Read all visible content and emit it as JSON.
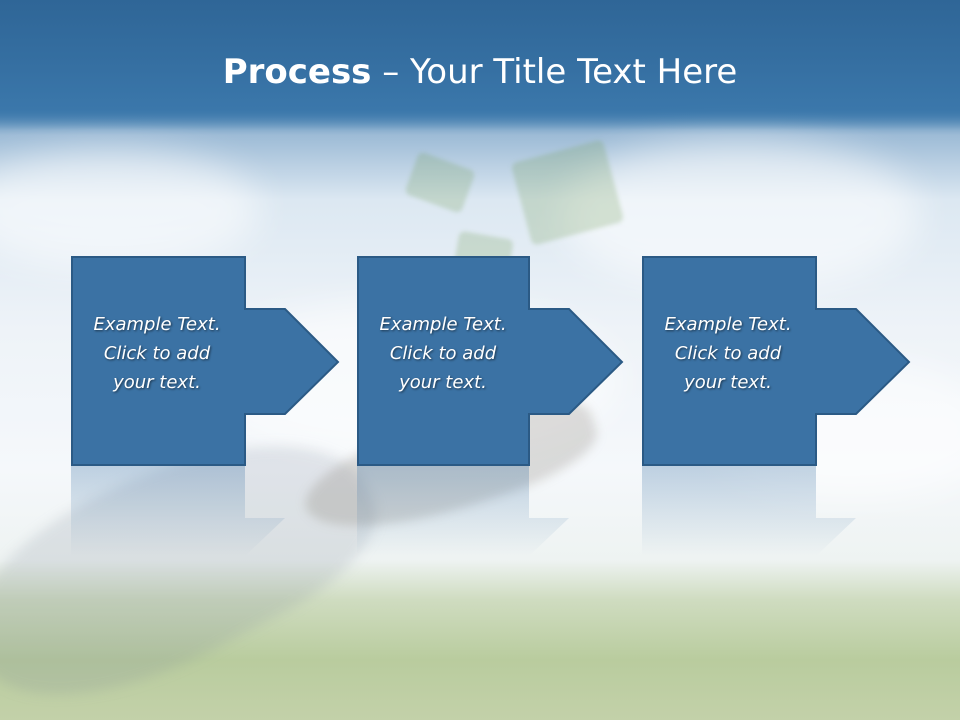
{
  "title": {
    "bold": "Process",
    "rest": " – Your Title Text Here"
  },
  "steps": [
    {
      "line1": "Example Text.",
      "line2": "Click  to add",
      "line3": "your text."
    },
    {
      "line1": "Example Text.",
      "line2": "Click  to add",
      "line3": "your text."
    },
    {
      "line1": "Example Text.",
      "line2": "Click  to add",
      "line3": "your text."
    }
  ],
  "colors": {
    "shape_fill": "#3b72a4",
    "shape_border": "#2b5a85",
    "title_band": "#3a76aa"
  }
}
